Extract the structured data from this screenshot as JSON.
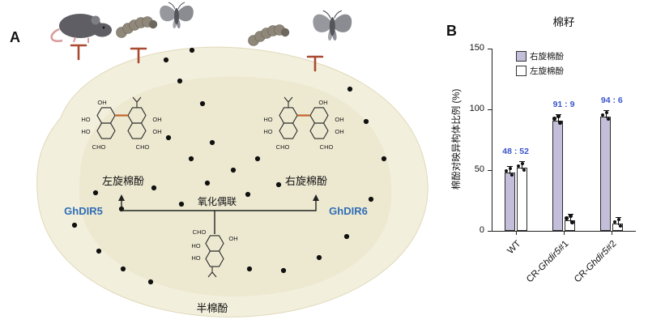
{
  "figure": {
    "panelA": {
      "label": "A",
      "left_enantiomer": "左旋棉酚",
      "right_enantiomer": "右旋棉酚",
      "enzyme_left": "GhDIR5",
      "enzyme_right": "GhDIR6",
      "reaction": "氧化偶联",
      "precursor": "半棉酚",
      "chem": {
        "oh": "OH",
        "ho": "HO",
        "cho": "CHO"
      },
      "colors": {
        "seed": "#f2efdc",
        "seed_inner": "#e9e4ca",
        "enzyme": "#2f6db5",
        "bond": "#c0622b",
        "inhibitor": "#a84b32",
        "gland_dot": "#111111"
      }
    },
    "panelB": {
      "label": "B"
    }
  },
  "chart_data": {
    "type": "bar",
    "title": "棉籽",
    "ylabel": "棉酚对映异构体比例 (%)",
    "ylim": [
      0,
      150
    ],
    "yticks": [
      0,
      50,
      100,
      150
    ],
    "categories": [
      "WT",
      "CR-Ghdir5#1",
      "CR-Ghdir5#2"
    ],
    "categories_rich": [
      {
        "pre": "WT",
        "it": "",
        "post": ""
      },
      {
        "pre": "CR-",
        "it": "Ghdir5",
        "post": "#1"
      },
      {
        "pre": "CR-",
        "it": "Ghdir5",
        "post": "#2"
      }
    ],
    "series": [
      {
        "name": "右旋棉酚",
        "values": [
          48,
          91,
          94
        ],
        "fill": "#c5bedb"
      },
      {
        "name": "左旋棉酚",
        "values": [
          52,
          9,
          6
        ],
        "fill": "#ffffff"
      }
    ],
    "ratio_labels": [
      "48 : 52",
      "91 : 9",
      "94 : 6"
    ],
    "ratio_color": "#3a55cc",
    "bar_border": "#2b2b2b",
    "legend_position": "top-inside",
    "grid": false
  }
}
